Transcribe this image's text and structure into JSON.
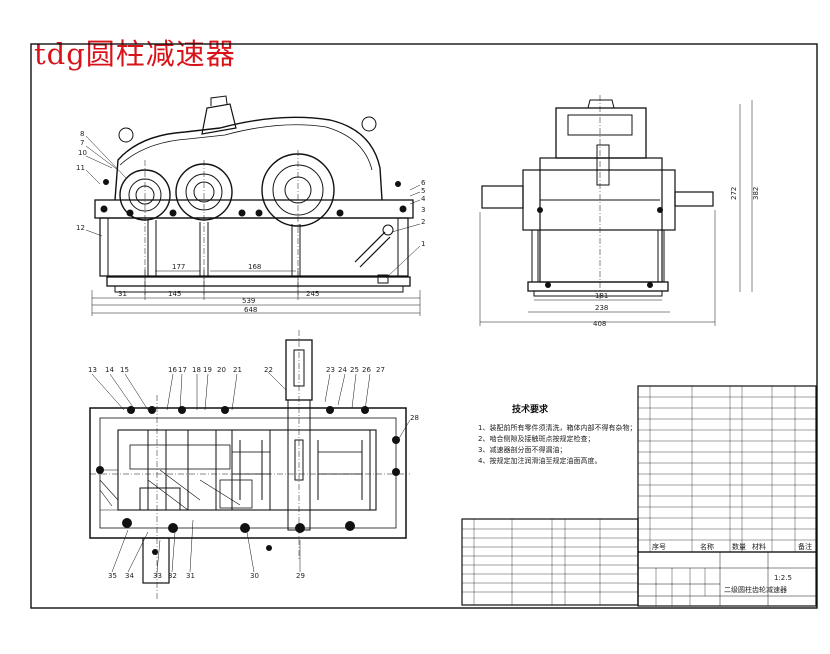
{
  "title": "tdg圆柱减速器",
  "tech_requirements": {
    "heading": "技术要求",
    "lines": [
      "1、装配前所有零件须清洗，箱体内部不得有杂物；",
      "2、啮合侧隙及接触斑点按规定检查；",
      "3、减速器剖分面不得漏油；",
      "4、按规定加注润滑油至规定油面高度。"
    ]
  },
  "part_numbers_front": [
    "8",
    "7",
    "10",
    "11",
    "12",
    "6",
    "5",
    "4",
    "3",
    "2",
    "1"
  ],
  "part_numbers_plan": [
    "13",
    "14",
    "15",
    "16",
    "17",
    "18",
    "19",
    "20",
    "21",
    "22",
    "23",
    "24",
    "25",
    "26",
    "27",
    "28",
    "29",
    "30",
    "31",
    "32",
    "33",
    "34",
    "35"
  ],
  "dimensions_front": [
    "177",
    "168",
    "31",
    "145",
    "539",
    "245",
    "648"
  ],
  "dimensions_side": [
    "181",
    "238",
    "408",
    "272",
    "382"
  ],
  "title_block": {
    "name": "二级圆柱齿轮减速器",
    "ratio": "1:2.5",
    "headers": [
      "序号",
      "名称",
      "数量",
      "材料",
      "备注"
    ]
  }
}
